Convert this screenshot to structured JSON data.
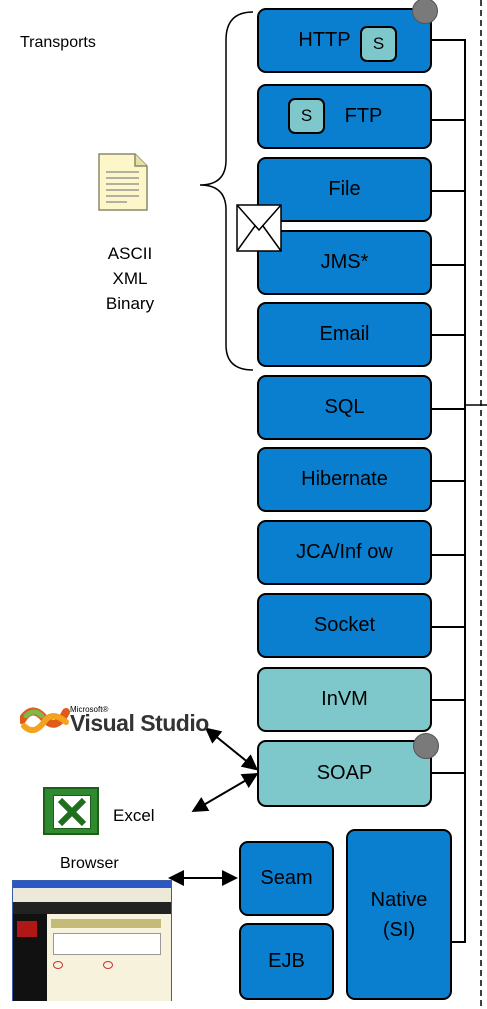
{
  "transports_label": "Transports",
  "payload_types": [
    "ASCII",
    "XML",
    "Binary"
  ],
  "boxes": {
    "http": "HTTP",
    "ftp": "FTP",
    "file": "File",
    "jms": "JMS*",
    "email": "Email",
    "sql": "SQL",
    "hibernate": "Hibernate",
    "jca": "JCA/Inf ow",
    "socket": "Socket",
    "invm": "InVM",
    "soap": "SOAP",
    "seam": "Seam",
    "ejb": "EJB",
    "native_line1": "Native",
    "native_line2": "(SI)"
  },
  "secure_badge": "S",
  "clients": {
    "visual_studio_small": "Microsoft®",
    "visual_studio": "Visual Studio",
    "excel": "Excel",
    "browser": "Browser"
  },
  "colors": {
    "blue_box": "#0a7fd0",
    "teal_box": "#7ec8cc",
    "status_dot": "#7a7a7a"
  }
}
